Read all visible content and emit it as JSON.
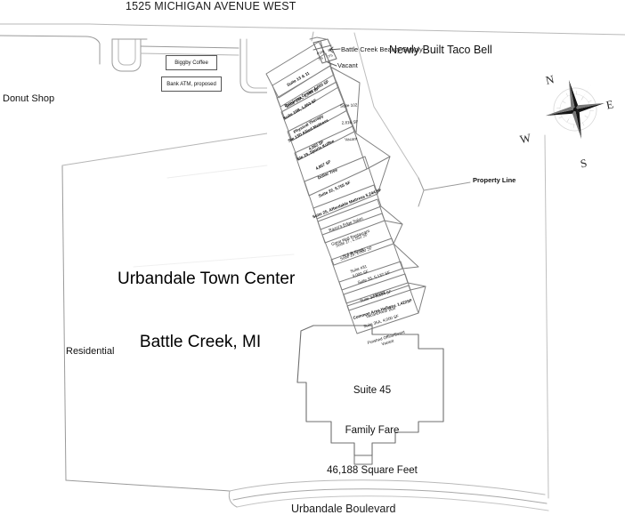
{
  "document": {
    "address_header": "1525 MICHIGAN AVENUE WEST",
    "center_name": "Urbandale Town Center",
    "center_city": "Battle Creek, MI",
    "bottom_road": "Urbandale Boulevard"
  },
  "annotations": {
    "donut_shop": "Donut Shop",
    "residential": "Residential",
    "property_line": "Property Line",
    "taco_bell": "Newly Built Taco Bell",
    "beauty_supply": "Battle Creek Beauty Supply",
    "vacant_callout": "Vacant"
  },
  "pad_boxes": [
    {
      "label": "Biggby Coffee"
    },
    {
      "label": "Bank ATM, proposed"
    }
  ],
  "anchor": {
    "suite": "Suite 45",
    "tenant": "Family Fare",
    "area": "46,188 Square Feet"
  },
  "suites": [
    {
      "id": "suite-13-11",
      "line1": "Suite 13 & 11",
      "line2": "Provision Center 4,000 SF"
    },
    {
      "id": "suite-10a",
      "line1": "Suite 10A, 1,544 SF",
      "line2": ""
    },
    {
      "id": "suite-10b",
      "line1": "Suite 10B, 1,953 SF",
      "line2": "Physical Therapy"
    },
    {
      "id": "suite-13d",
      "line1": "Ste 13D Allied Mattress",
      "line2": "4,062 SF"
    },
    {
      "id": "suite-19",
      "line1": "Ste 19, Sports Koffee",
      "line2": "4,857 SF"
    },
    {
      "id": "suite-22",
      "line1": "Dollar Tree",
      "line2": "Suite 22, 9,755 SF"
    },
    {
      "id": "suite-25",
      "line1": "Suite 25, Affordable Mattress 5,244 SF",
      "line2": ""
    },
    {
      "id": "suite-27",
      "line1": "Razor's Edge Salon",
      "line2": "Suite 27, 1,552 SF"
    },
    {
      "id": "suite-29",
      "line1": "Great Wall Restaurant",
      "line2": "Suite 29, 1,000 SF"
    },
    {
      "id": "suite-31",
      "line1": "H & R Block",
      "line2": "Suite #31\n3,000 SF"
    },
    {
      "id": "suite-33",
      "line1": "Suite 33, 5,137 SF",
      "line2": "Vacant"
    },
    {
      "id": "suite-34",
      "line1": "Suite 34 5,134 SF",
      "line2": "Vacant/Rear Box"
    },
    {
      "id": "common-area",
      "line1": "Common Area Hallway, 1,422SF",
      "line2": ""
    },
    {
      "id": "suite-35a",
      "line1": "Suite 35A, 4,000 SF",
      "line2": "Finished Office/Event\nVacant"
    }
  ],
  "small_suites": [
    {
      "id": "suite-102",
      "line1": "Suite 102",
      "line2": "2,816 SF",
      "line3": "Vacant"
    },
    {
      "id": "suite-108",
      "line1": "P108",
      "line2": "776",
      "line3": ""
    },
    {
      "id": "suite-104",
      "line1": "104",
      "line2": "775",
      "line3": ""
    }
  ],
  "compass": {
    "north": "N",
    "east": "E",
    "south": "S",
    "west": "W"
  },
  "colors": {
    "line": "#8a8a8a",
    "line_dark": "#4a4a4a",
    "text": "#111111",
    "background": "#ffffff"
  }
}
